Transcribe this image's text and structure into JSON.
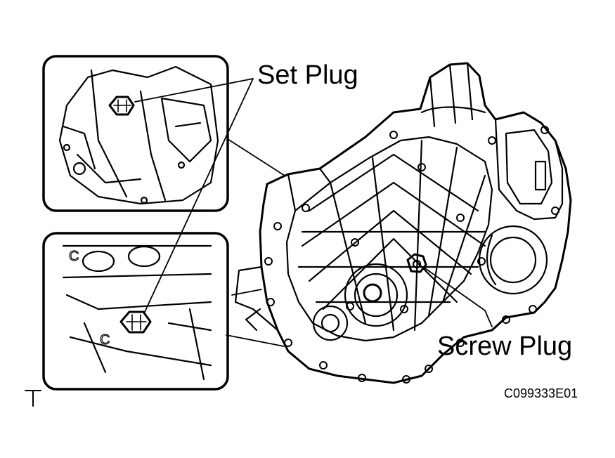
{
  "labels": {
    "set_plug": "Set Plug",
    "screw_plug": "Screw Plug",
    "figure_code": "C099333E01",
    "corner_mark": "T"
  },
  "colors": {
    "ink": "#000000",
    "paper": "#ffffff"
  }
}
